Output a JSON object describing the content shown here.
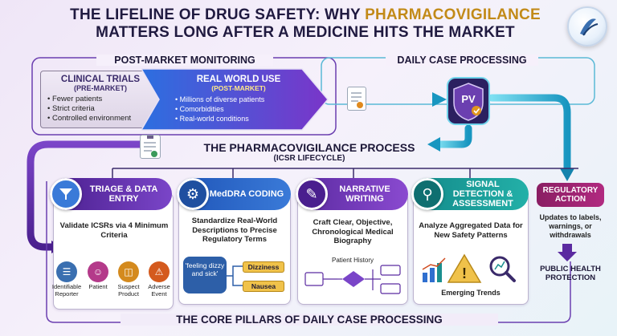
{
  "title": {
    "part1": "THE LIFELINE OF DRUG SAFETY: WHY ",
    "part2": "PHARMACOVIGILANCE",
    "line2": "MATTERS LONG AFTER A MEDICINE HITS THE MARKET"
  },
  "sections": {
    "post_market": "POST-MARKET MONITORING",
    "daily": "DAILY CASE PROCESSING",
    "process_title": "THE PHARMACOVIGILANCE PROCESS",
    "process_sub": "(ICSR LIFECYCLE)",
    "bottom": "THE CORE PILLARS OF DAILY CASE PROCESSING"
  },
  "clinical_trials": {
    "title": "CLINICAL TRIALS",
    "sub": "(PRE-MARKET)",
    "items": [
      "Fewer patients",
      "Strict criteria",
      "Controlled environment"
    ]
  },
  "real_world": {
    "title": "REAL WORLD USE",
    "sub": "(POST-MARKET)",
    "items": [
      "Millions of diverse patients",
      "Comorbidities",
      "Real-world conditions"
    ]
  },
  "pv_label": "PV",
  "pillars": {
    "triage": {
      "label": "TRIAGE & DATA ENTRY",
      "desc": "Validate ICSRs via 4 Minimum Criteria",
      "criteria": [
        "Identifiable Reporter",
        "Patient",
        "Suspect Product",
        "Adverse Event"
      ]
    },
    "meddra": {
      "label": "MedDRA CODING",
      "desc": "Standardize Real-World Descriptions to Precise Regulatory Terms",
      "quote": "'feeling dizzy and sick'",
      "terms": [
        "Dizziness",
        "Nausea"
      ]
    },
    "narrative": {
      "label": "NARRATIVE WRITING",
      "desc": "Craft Clear, Objective, Chronological Medical Biography",
      "flow_label": "Patient History"
    },
    "signal": {
      "label": "SIGNAL DETECTION & ASSESSMENT",
      "desc": "Analyze Aggregated Data for New Safety Patterns",
      "caption": "Emerging Trends"
    }
  },
  "regulatory": {
    "label": "REGULATORY ACTION",
    "desc": "Updates to labels, warnings, or withdrawals",
    "footer": "PUBLIC HEALTH PROTECTION"
  },
  "colors": {
    "purple": "#5a2aa0",
    "gold": "#c28a18",
    "blue": "#2f6fcf",
    "cyan": "#1aa7c9",
    "teal": "#1b8f8f",
    "magenta": "#9c2470"
  }
}
